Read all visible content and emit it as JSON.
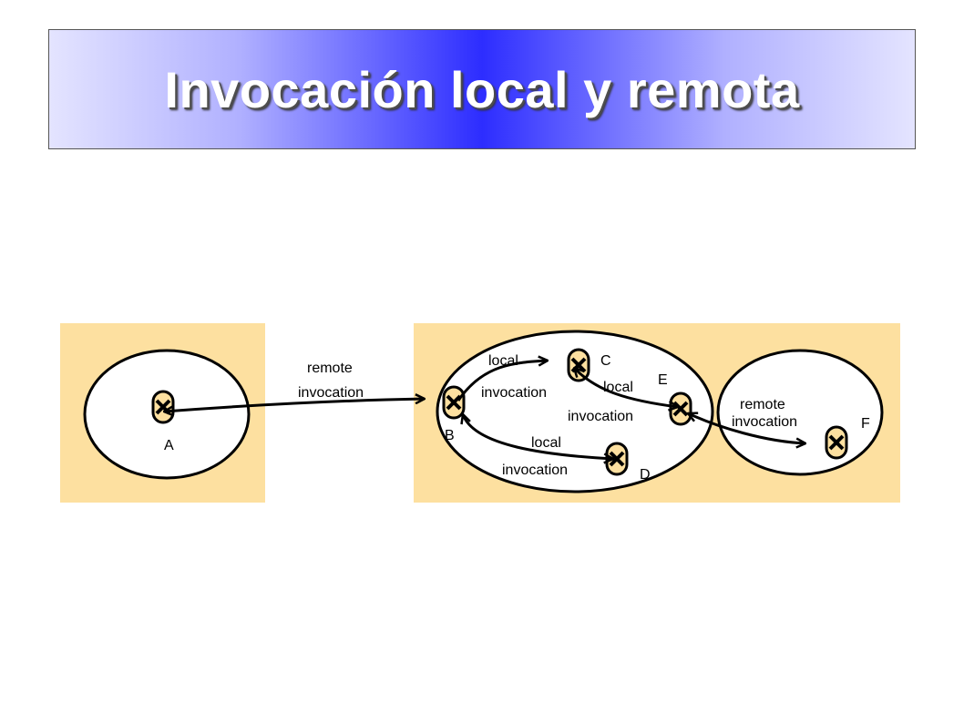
{
  "title": "Invocación local y remota",
  "colors": {
    "process_box": "#fde0a0",
    "object_fill": "#fde0a0",
    "arrow": "#000000",
    "title_gradient_center": "#2d2dff",
    "title_gradient_edge": "#e4e4ff"
  },
  "objects": {
    "A": "A",
    "B": "B",
    "C": "C",
    "D": "D",
    "E": "E",
    "F": "F"
  },
  "labels": {
    "remote_AB_1": "remote",
    "remote_AB_2": "invocation",
    "local_BC_1": "local",
    "local_BC_2": "invocation",
    "local_CE_1": "local",
    "local_CE_2": "invocation",
    "local_BD_1": "local",
    "local_BD_2": "invocation",
    "remote_EF_1": "remote",
    "remote_EF_2": "invocation"
  },
  "connections": [
    {
      "from": "A",
      "to": "B",
      "kind": "remote"
    },
    {
      "from": "B",
      "to": "C",
      "kind": "local"
    },
    {
      "from": "C",
      "to": "E",
      "kind": "local"
    },
    {
      "from": "B",
      "to": "D",
      "kind": "local"
    },
    {
      "from": "E",
      "to": "F",
      "kind": "remote"
    }
  ]
}
